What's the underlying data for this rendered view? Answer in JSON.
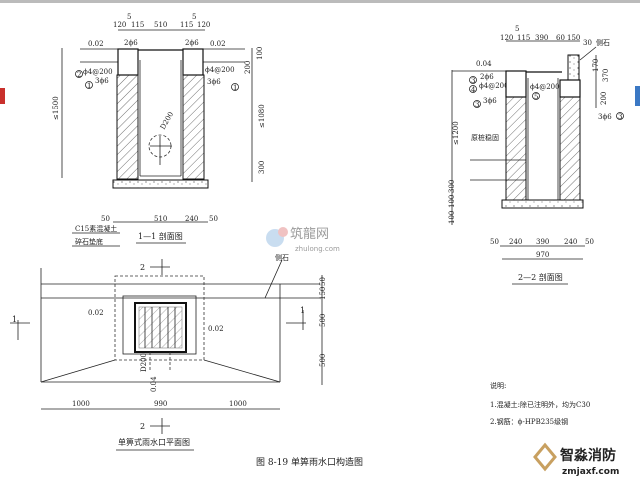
{
  "section_1_1": {
    "title": "1—1 剖面图",
    "top_dims": [
      "120",
      "5",
      "115",
      "510",
      "115",
      "5",
      "120"
    ],
    "level_left": "0.02",
    "level_right": "0.02",
    "rebar_left": [
      "2ϕ6",
      "ϕ4@200",
      "3ϕ6"
    ],
    "rebar_right": [
      "2ϕ6",
      "ϕ4@200",
      "3ϕ6"
    ],
    "markers": [
      "1",
      "2",
      "1"
    ],
    "height_total": "≤1500",
    "height_inner": "≤1080",
    "dim_100": "100",
    "dim_200": "200",
    "dim_300": "300",
    "pipe": "D200",
    "bottom_dims": [
      "50",
      "510",
      "240",
      "50"
    ],
    "base_labels": [
      "C15素混凝土",
      "碎石垫底"
    ]
  },
  "section_2_2": {
    "title": "2—2 剖面图",
    "top_dims": [
      "5",
      "120",
      "115",
      "390",
      "60",
      "150",
      "30"
    ],
    "curb_label": "侧石",
    "level": "0.04",
    "rebar": [
      "2ϕ6",
      "ϕ4@200",
      "3ϕ6",
      "ϕ4@200",
      "3ϕ6"
    ],
    "markers": [
      "3",
      "4",
      "3",
      "5",
      "3"
    ],
    "right_dims": [
      "170",
      "370",
      "200"
    ],
    "height_total": "≤1200",
    "pavement_label": "原桩稳固",
    "left_dims": [
      "300",
      "100",
      "100"
    ],
    "bottom_dims": [
      "50",
      "240",
      "390",
      "240",
      "50"
    ],
    "total_width": "970"
  },
  "plan": {
    "title": "单箅式雨水口平面图",
    "cut_marks": [
      "2",
      "2",
      "1",
      "1"
    ],
    "curb_label": "侧石",
    "level_left": "0.02",
    "level_right": "0.02",
    "pipe": "D200",
    "slope": "0.04",
    "right_dims": [
      "50",
      "150",
      "500",
      "500"
    ],
    "bottom_dims": [
      "1000",
      "990",
      "1000"
    ]
  },
  "figure_caption": "图 8-19   单箅雨水口构造图",
  "notes": {
    "heading": "说明:",
    "items": [
      "1.混凝土:除已注明外，均为C30",
      "2.钢筋：ϕ-HPB235级钢"
    ]
  },
  "watermarks": {
    "center_cn": "筑龍网",
    "center_en": "zhulong.com",
    "logo_cn": "智淼消防",
    "logo_en": "zmjaxf.com"
  }
}
